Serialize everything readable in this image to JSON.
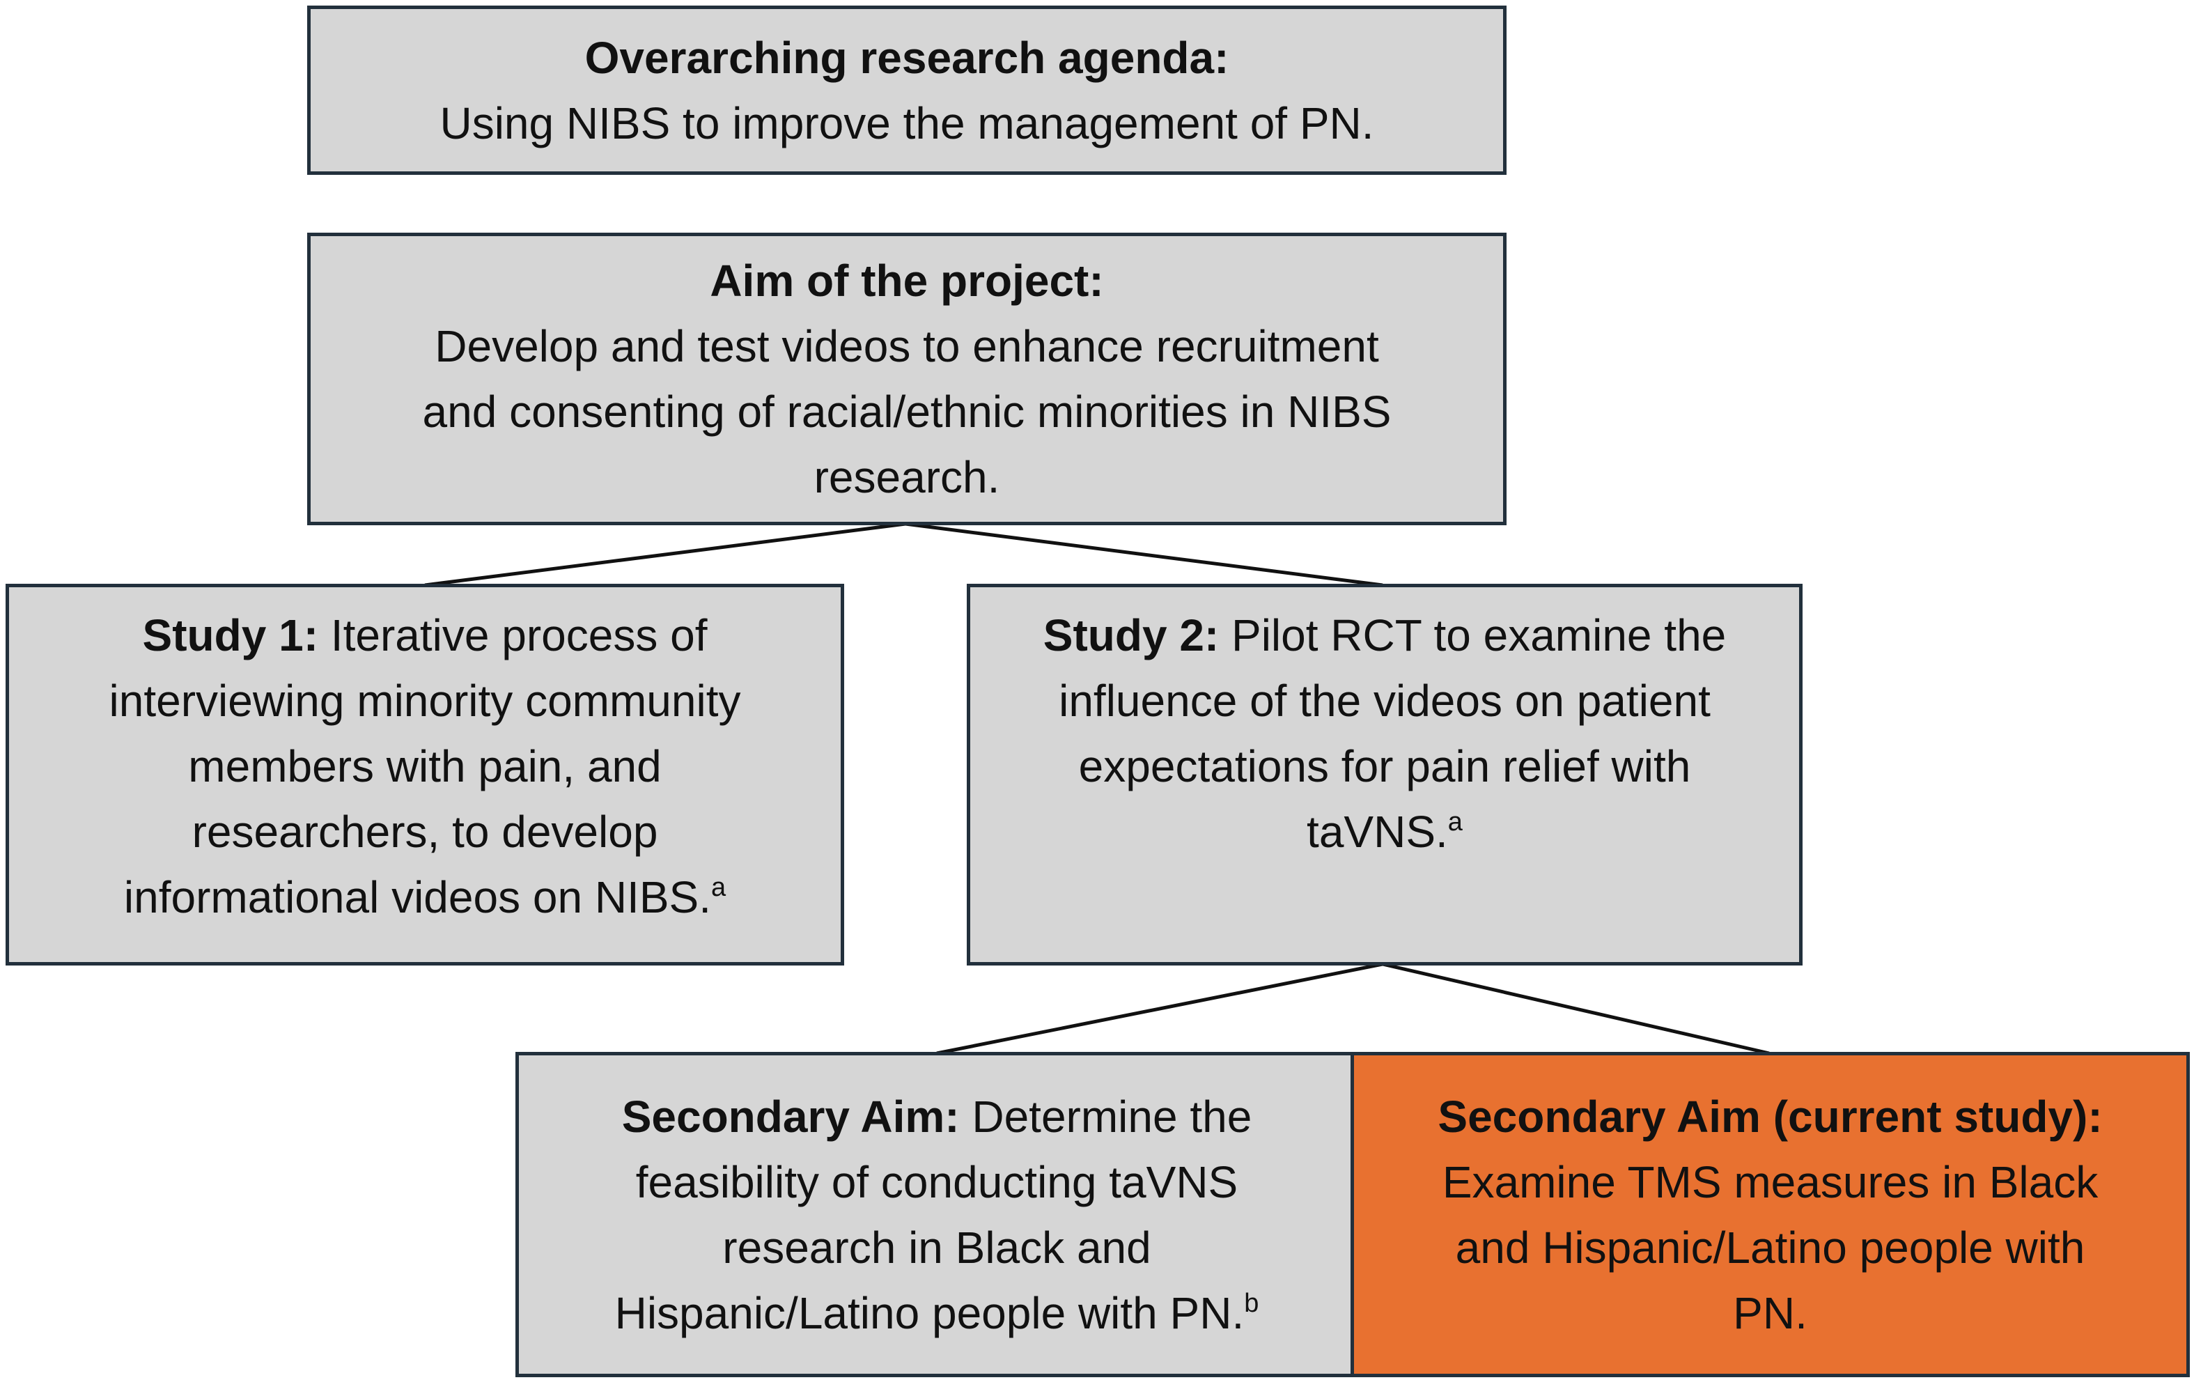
{
  "agenda": {
    "heading": "Overarching research agenda:",
    "text": "Using NIBS to improve the management of PN."
  },
  "aim": {
    "heading": "Aim of the project:",
    "lines": [
      "Develop and test videos to enhance recruitment",
      "and consenting of racial/ethnic minorities in NIBS",
      "research."
    ]
  },
  "study1": {
    "label": "Study 1:",
    "line1_rest": "Iterative process of",
    "lines": [
      "interviewing minority community",
      "members with pain, and",
      "researchers, to develop",
      "informational videos on NIBS."
    ],
    "footnote": "a"
  },
  "study2": {
    "label": "Study 2:",
    "line1_rest": "Pilot RCT to examine the",
    "lines": [
      "influence of the videos on patient",
      "expectations for pain relief with",
      "taVNS."
    ],
    "footnote": "a"
  },
  "secondary_feasibility": {
    "label": "Secondary Aim:",
    "line1_rest": "Determine the",
    "lines": [
      "feasibility of conducting taVNS",
      "research in Black and",
      "Hispanic/Latino people with PN."
    ],
    "footnote": "b"
  },
  "secondary_current": {
    "heading": "Secondary Aim (current study):",
    "lines": [
      "Examine TMS measures in Black",
      "and Hispanic/Latino people with",
      "PN."
    ]
  },
  "colors": {
    "box_fill": "#d6d6d6",
    "box_border": "#22303c",
    "highlight_fill": "#e87130"
  }
}
